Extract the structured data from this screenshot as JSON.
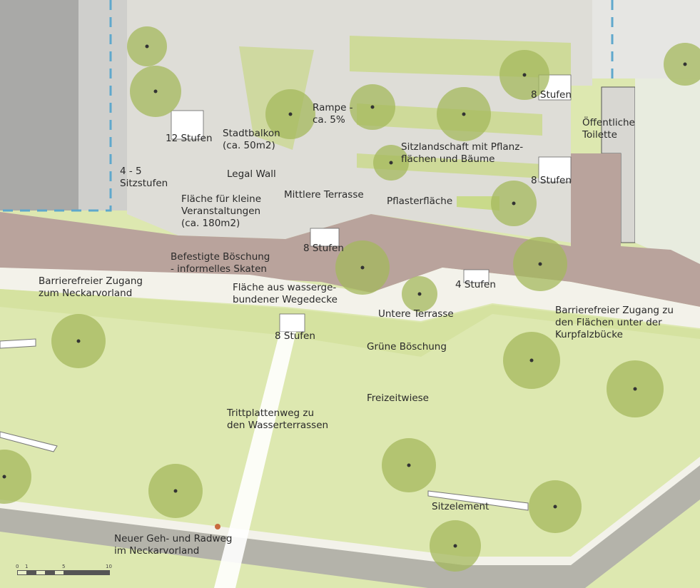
{
  "labels": {
    "stufen_12": "12 Stufen",
    "stadtbalkon": "Stadtbalkon\n(ca. 50m2)",
    "rampe": "Rampe -\nca. 5%",
    "stufen_8_top": "8 Stufen",
    "toilette": "Öffentliche\nToilette",
    "sitzlandschaft": "Sitzlandschaft mit Pflanz-\nflächen und Bäume",
    "stufen_8_mid": "8 Stufen",
    "sitzstufen": "4 - 5\nSitzstufen",
    "legal_wall": "Legal Wall",
    "mittlere_terrasse": "Mittlere Terrasse",
    "pflasterflaeche": "Pflasterfläche",
    "veranstaltungen": "Fläche für kleine\nVeranstaltungen\n(ca. 180m2)",
    "stufen_8_center": "8 Stufen",
    "boeschung": "Befestigte Böschung\n- informelles Skaten",
    "zugang_neckar": "Barrierefreier Zugang\nzum Neckarvorland",
    "wegedecke": "Fläche aus wasserge-\nbundener Wegedecke",
    "stufen_4": "4 Stufen",
    "untere_terrasse": "Untere Terrasse",
    "zugang_bruecke": "Barrierefreier Zugang zu\nden Flächen unter der\nKurpfalzbücke",
    "stufen_8_low": "8 Stufen",
    "gruene_boeschung": "Grüne Böschung",
    "freizeitwiese": "Freizeitwiese",
    "trittplatten": "Trittplattenweg zu\nden Wasserterrassen",
    "sitzelement": "Sitzelement",
    "radweg": "Neuer Geh- und Radweg\nim Neckarvorland"
  },
  "scale_bar": {
    "ticks": [
      "0",
      "1",
      "5",
      "10"
    ]
  },
  "colors": {
    "grass": "#dde8b0",
    "path": "#f3f2ea",
    "slope": "#b9a39c",
    "plaza": "#deddd7",
    "building": "#a9a9a7",
    "road": "#b4b3aa",
    "tree": "#a4b85c",
    "planter": "#c9da8a",
    "blue_dash": "#5fa8cc"
  }
}
